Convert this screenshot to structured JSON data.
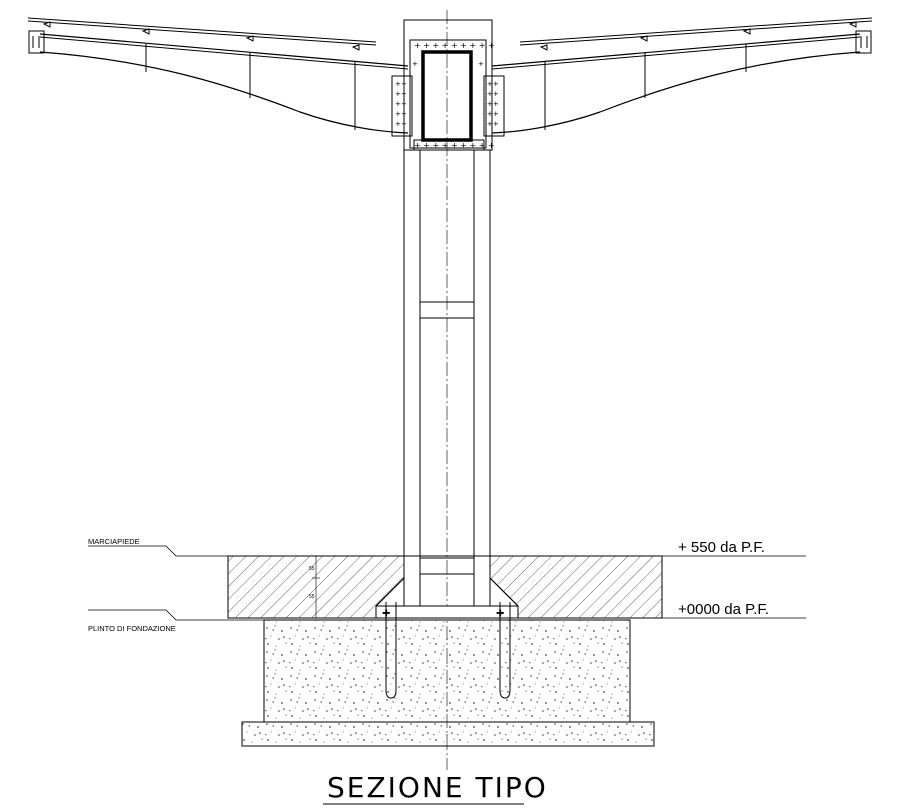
{
  "labels": {
    "marciapiede": "MARCIAPIEDE",
    "plinto": "PLINTO DI FONDAZIONE",
    "level_top": "+ 550 da P.F.",
    "level_bottom": "+0000 da P.F.",
    "title": "SEZIONE TIPO",
    "dim_a": "55",
    "dim_b": "55"
  },
  "colors": {
    "line": "#000000",
    "concrete_speckle": "#555555",
    "background": "#ffffff"
  }
}
